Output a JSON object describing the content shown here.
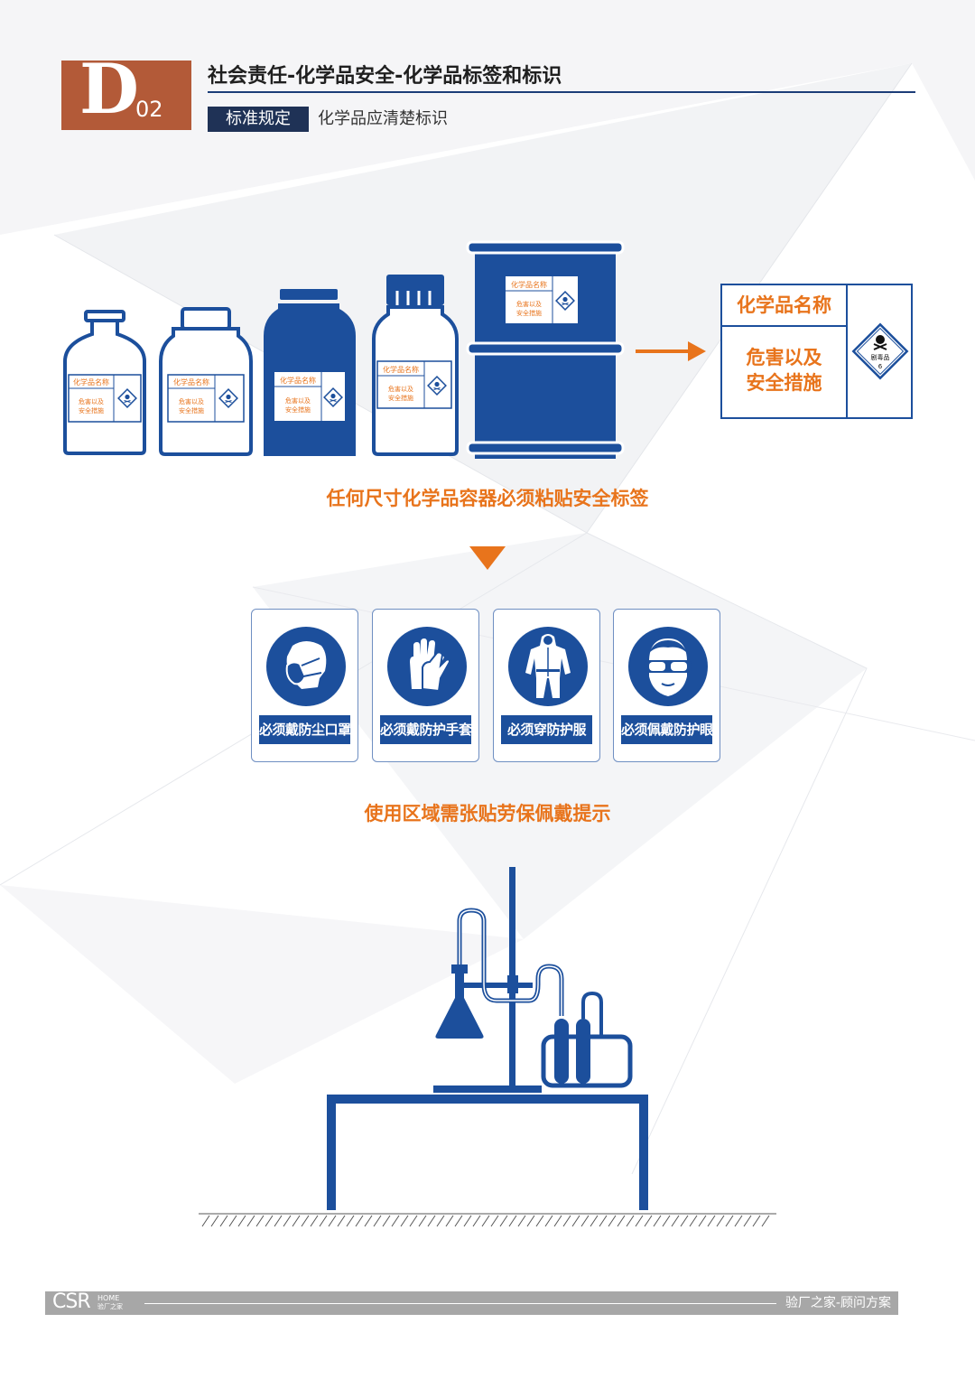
{
  "header": {
    "badge_letter": "D",
    "badge_number": "02",
    "title": "社会责任-化学品安全-化学品标签和标识",
    "tag": "标准规定",
    "subtitle": "化学品应清楚标识"
  },
  "container_label": {
    "name": "化学品名称",
    "hazard_line1": "危害以及",
    "hazard_line2": "安全措施",
    "mini_hazard_line1": "危害以及",
    "mini_hazard_line2": "安全措施",
    "diamond_text": "剧毒品",
    "diamond_class": "6"
  },
  "captions": {
    "containers": "任何尺寸化学品容器必须粘贴安全标签",
    "ppe": "使用区域需张贴劳保佩戴提示"
  },
  "ppe_signs": [
    {
      "label": "必须戴防尘口罩",
      "icon": "dust-mask-icon"
    },
    {
      "label": "必须戴防护手套",
      "icon": "gloves-icon"
    },
    {
      "label": "必须穿防护服",
      "icon": "protective-suit-icon"
    },
    {
      "label": "必须佩戴防护眼镜",
      "icon": "goggles-icon"
    }
  ],
  "footer": {
    "logo": "CSR",
    "logo_sub1": "HOME",
    "logo_sub2": "验厂之家",
    "right_text": "验厂之家-顾问方案"
  },
  "colors": {
    "brand_blue": "#1c4f9c",
    "accent_orange": "#e8741c",
    "badge_brown": "#b35a38",
    "footer_gray": "#a7a7a7"
  }
}
